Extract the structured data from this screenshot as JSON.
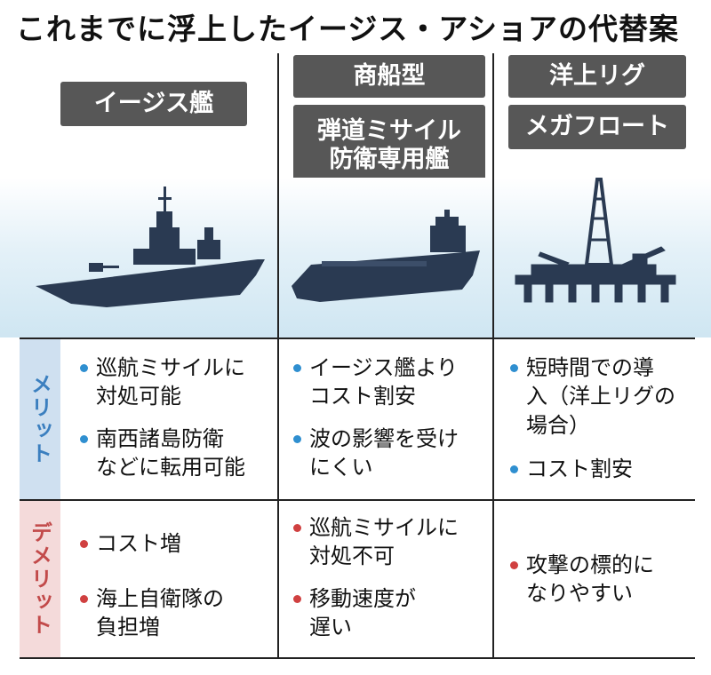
{
  "title": "これまでに浮上したイージス・アショアの代替案",
  "columns": [
    {
      "labels": [
        "イージス艦"
      ],
      "image": "destroyer-ship"
    },
    {
      "labels": [
        "商船型",
        "弾道ミサイル\n防衛専用艦"
      ],
      "image": "cargo-ship"
    },
    {
      "labels": [
        "洋上リグ",
        "メガフロート"
      ],
      "image": "oil-rig"
    }
  ],
  "rows": {
    "merit_label": "メリット",
    "demerit_label": "デメリット"
  },
  "merits": [
    [
      "巡航ミサイルに\n対処可能",
      "南西諸島防衛\nなどに転用可能"
    ],
    [
      "イージス艦より\nコスト割安",
      "波の影響を受け\nにくい"
    ],
    [
      "短時間での導\n入（洋上リグの\n場合）",
      "コスト割安"
    ]
  ],
  "demerits": [
    [
      "コスト増",
      "海上自衛隊の\n負担増"
    ],
    [
      "巡航ミサイルに\n対処不可",
      "移動速度が\n遅い"
    ],
    [
      "攻撃の標的に\nなりやすい"
    ]
  ],
  "colors": {
    "label_bg": "#575757",
    "merit_bullet": "#2f8fd0",
    "demerit_bullet": "#d04040",
    "merit_band": "#cfe0f0",
    "demerit_band": "#f4dada",
    "vessel": "#2a3a52"
  }
}
